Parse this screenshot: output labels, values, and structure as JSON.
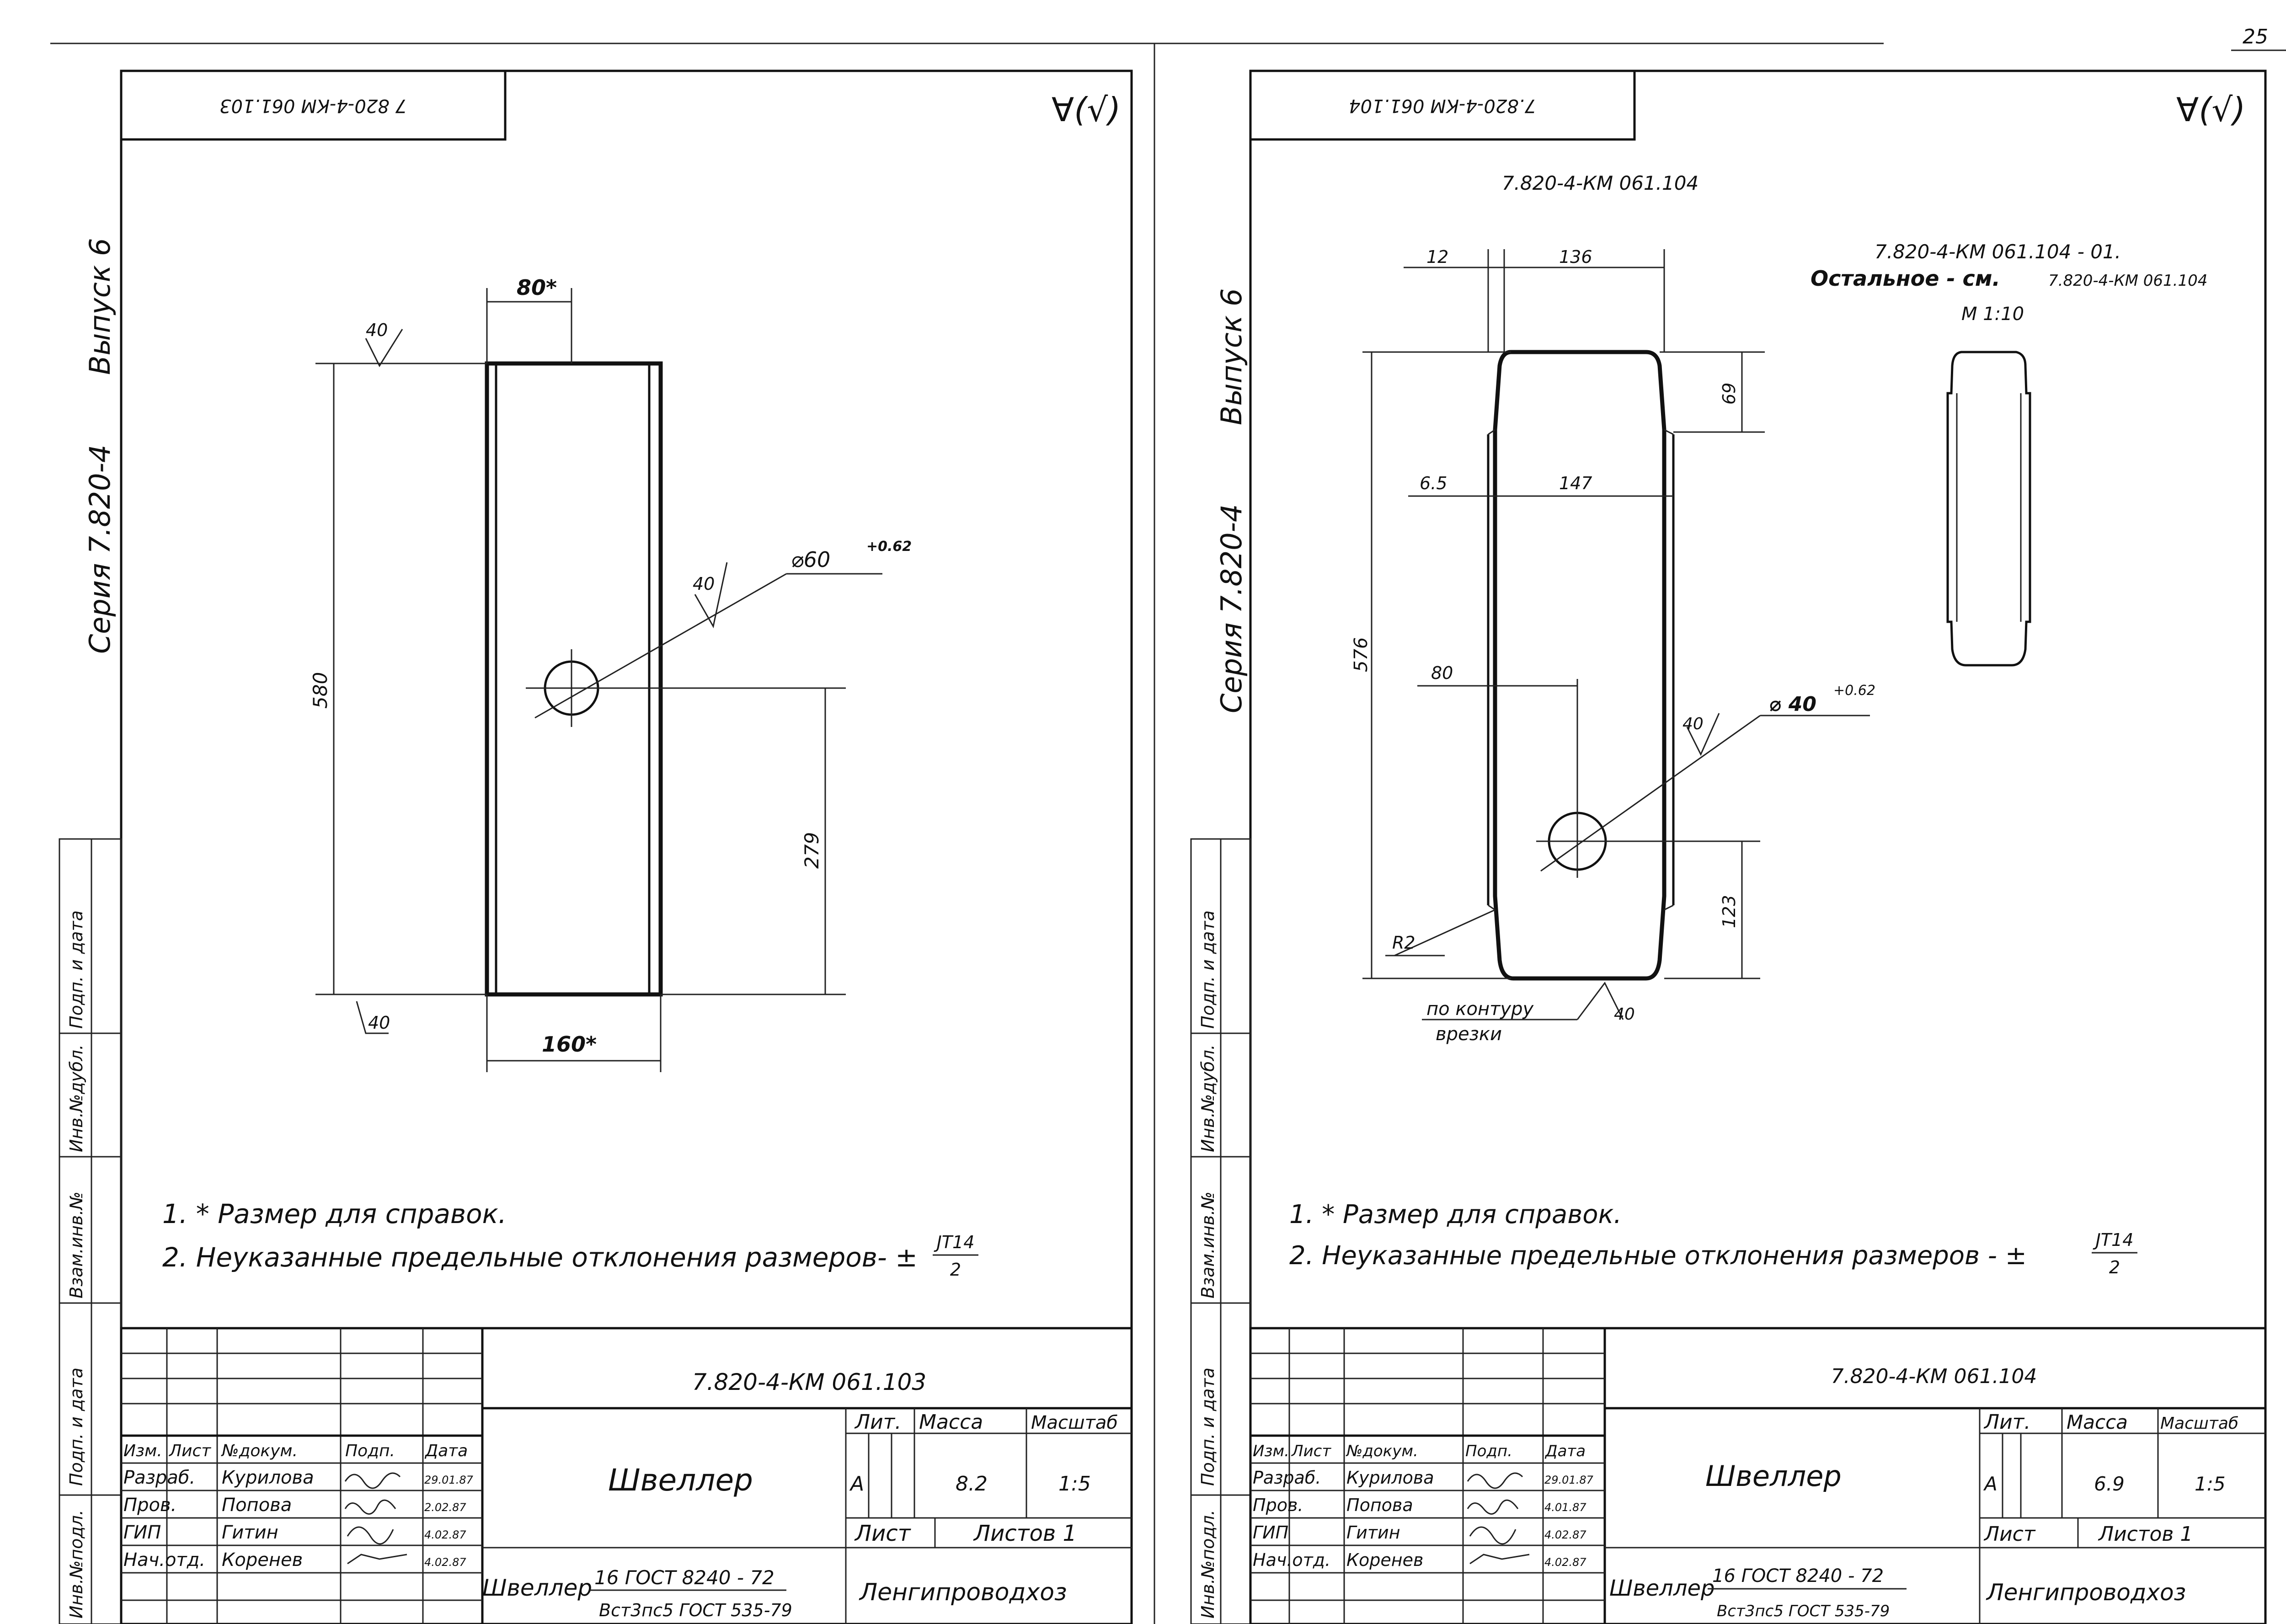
{
  "page_number": "25",
  "left": {
    "stamp_code": "7 820-4-КМ 061.103",
    "roughness": "∀(√)",
    "margin_series": "Серия 7.820-4",
    "margin_issue": "Выпуск 6",
    "side_labels": [
      "Инв.№подл.",
      "Подп. и дата",
      "Взам.инв.№",
      "Инв.№дубл.",
      "Подп. и дата"
    ],
    "dims": {
      "top_width": "80*",
      "bottom_width": "160*",
      "height": "580",
      "lower": "279",
      "hole": "⌀60",
      "hole_tol": "+0.62",
      "rough": "40"
    },
    "notes": {
      "n1": "1. * Размер для справок.",
      "n2": "2. Неуказанные предельные отклонения размеров- ±",
      "frac_num": "JT14",
      "frac_den": "2"
    },
    "title_block": {
      "code": "7.820-4-КМ 061.103",
      "name": "Швеллер",
      "material_prefix": "Швеллер",
      "material_num": "16 ГОСТ 8240 - 72",
      "material_den": "Вст3пс5 ГОСТ 535-79",
      "org": "Ленгипроводхоз",
      "h_lit": "Лит.",
      "h_mass": "Масса",
      "h_scale": "Масштаб",
      "lit": "А",
      "mass": "8.2",
      "scale": "1:5",
      "sheet": "Лист",
      "sheets": "Листов 1",
      "hdr": [
        "Изм.",
        "Лист",
        "№докум.",
        "Подп.",
        "Дата"
      ],
      "rows": [
        [
          "Разраб.",
          "Курилова",
          "29.01.87"
        ],
        [
          "Пров.",
          "Попова",
          "2.02.87"
        ],
        [
          "ГИП",
          "Гитин",
          "4.02.87"
        ],
        [
          "Нач.отд.",
          "Коренев",
          "4.02.87"
        ]
      ]
    }
  },
  "right": {
    "stamp_code": "7.820-4-КМ 061.104",
    "roughness": "∀(√)",
    "margin_series": "Серия 7.820-4",
    "margin_issue": "Выпуск 6",
    "side_labels": [
      "Инв.№подл.",
      "Подп. и дата",
      "Взам.инв.№",
      "Инв.№дубл.",
      "Подп. и дата"
    ],
    "view_title": "7.820-4-КМ 061.104",
    "variant": {
      "code": "7.820-4-КМ 061.104 - 01.",
      "rest_label": "Остальное - см.",
      "rest_ref": "7.820-4-КМ 061.104",
      "scale": "М 1:10"
    },
    "dims": {
      "d12": "12",
      "d136": "136",
      "d65": "6.5",
      "d147": "147",
      "d69": "69",
      "d576": "576",
      "d80": "80",
      "d123": "123",
      "r2": "R2",
      "hole": "⌀ 40",
      "hole_tol": "+0.62",
      "rough": "40",
      "contour1": "по контуру",
      "contour2": "врезки"
    },
    "notes": {
      "n1": "1. * Размер для справок.",
      "n2": "2. Неуказанные предельные отклонения размеров - ±",
      "frac_num": "JT14",
      "frac_den": "2"
    },
    "title_block": {
      "code": "7.820-4-КМ 061.104",
      "name": "Швеллер",
      "material_prefix": "Швеллер",
      "material_num": "16 ГОСТ 8240 - 72",
      "material_den": "Вст3пс5 ГОСТ 535-79",
      "org": "Ленгипроводхоз",
      "h_lit": "Лит.",
      "h_mass": "Масса",
      "h_scale": "Масштаб",
      "lit": "А",
      "mass": "6.9",
      "scale": "1:5",
      "sheet": "Лист",
      "sheets": "Листов 1",
      "hdr": [
        "Изм.",
        "Лист",
        "№докум.",
        "Подп.",
        "Дата"
      ],
      "rows": [
        [
          "Разраб.",
          "Курилова",
          "29.01.87"
        ],
        [
          "Пров.",
          "Попова",
          "4.01.87"
        ],
        [
          "ГИП",
          "Гитин",
          "4.02.87"
        ],
        [
          "Нач.отд.",
          "Коренев",
          "4.02.87"
        ]
      ]
    }
  }
}
